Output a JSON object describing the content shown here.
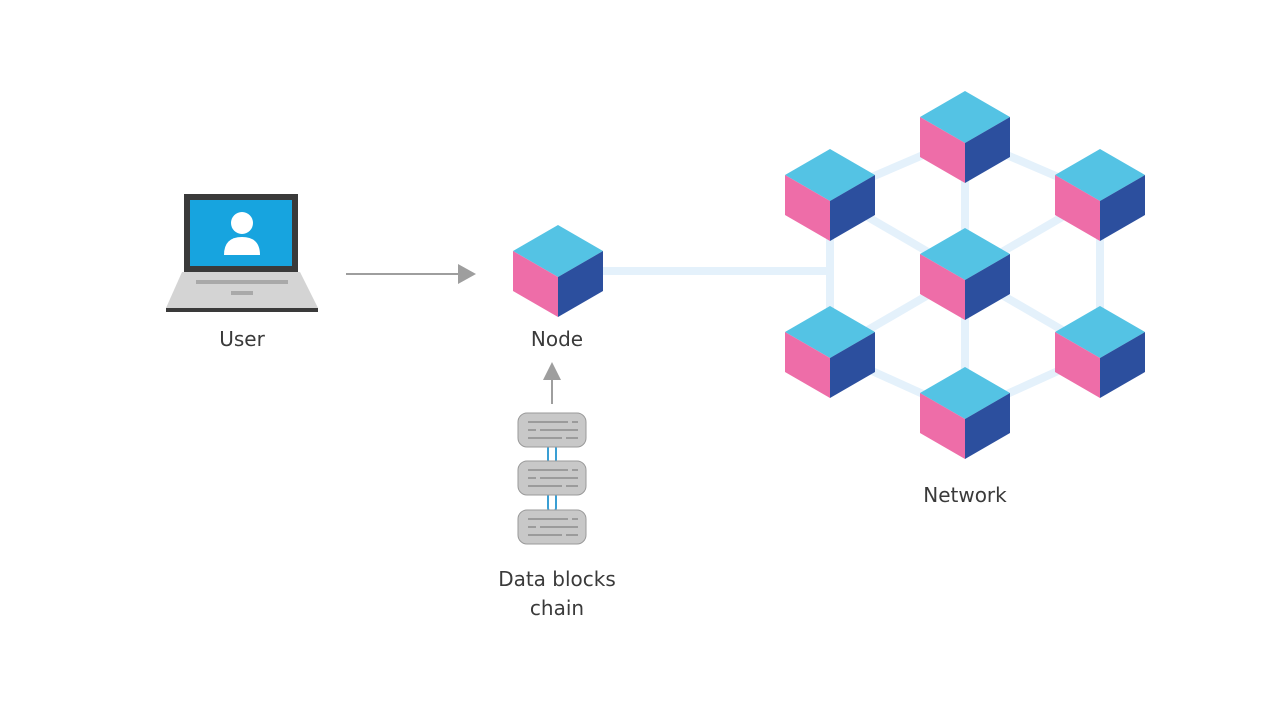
{
  "labels": {
    "user": "User",
    "node": "Node",
    "data_blocks_line1": "Data blocks",
    "data_blocks_line2": "chain",
    "network": "Network"
  },
  "colors": {
    "cube_top": "#54c3e4",
    "cube_left": "#ee6da8",
    "cube_right": "#2c4f9e",
    "link": "#e4f1fb",
    "arrow": "#9e9e9e",
    "screen": "#17a4df",
    "block": "#c8c8c8",
    "chain": "#3a9fd4"
  },
  "icons": {
    "user": "laptop-user-icon",
    "node": "cube-icon",
    "chain": "chain-link-icon"
  }
}
